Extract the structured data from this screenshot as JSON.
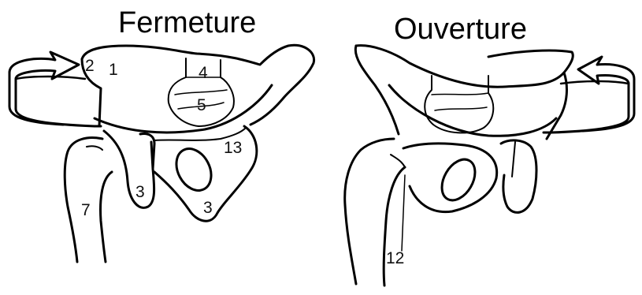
{
  "titles": {
    "left": "Fermeture",
    "right": "Ouverture"
  },
  "labels": {
    "l2": "2",
    "l1": "1",
    "l4": "4",
    "l5": "5",
    "l13": "13",
    "l3a": "3",
    "l3b": "3",
    "l7": "7",
    "l12": "12"
  },
  "colors": {
    "ink": "#000000",
    "background": "#ffffff"
  }
}
